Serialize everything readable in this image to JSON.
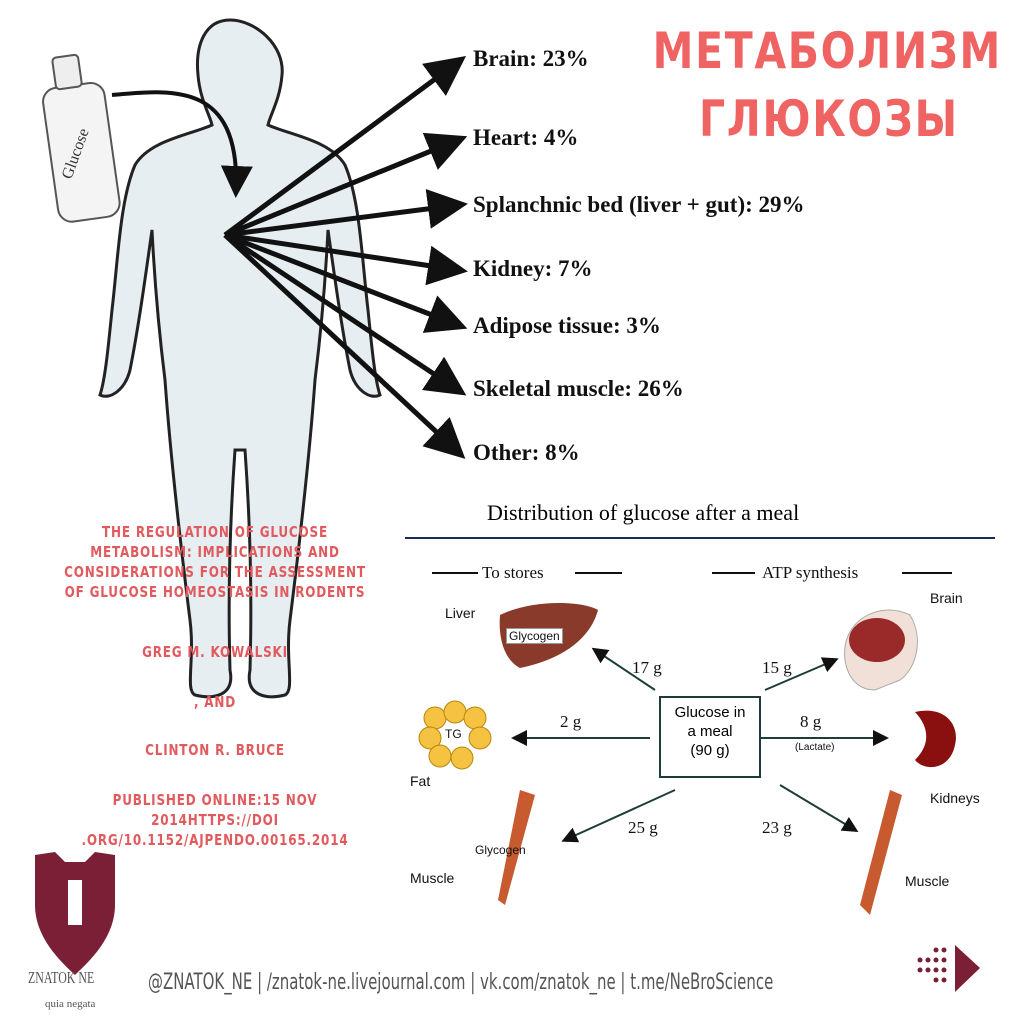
{
  "title": {
    "line1": "МЕТАБОЛИЗМ",
    "line2": "ГЛЮКОЗЫ"
  },
  "bottle_label": "Glucose",
  "organs": [
    {
      "label": "Brain: 23%"
    },
    {
      "label": "Heart: 4%"
    },
    {
      "label": "Splanchnic bed (liver + gut): 29%"
    },
    {
      "label": "Kidney: 7%"
    },
    {
      "label": "Adipose tissue: 3%"
    },
    {
      "label": "Skeletal muscle: 26%"
    },
    {
      "label": "Other: 8%"
    }
  ],
  "paper": {
    "title": "THE REGULATION OF GLUCOSE METABOLISM: IMPLICATIONS AND CONSIDERATIONS FOR THE ASSESSMENT OF GLUCOSE HOMEOSTASIS IN RODENTS",
    "author1": "GREG M. KOWALSKI",
    "and": ", AND",
    "author2": "CLINTON R. BRUCE",
    "published": "PUBLISHED ONLINE:15 NOV 2014HTTPS://DOI .ORG/10.1152/AJPENDO.00165.2014"
  },
  "diagram": {
    "title": "Distribution of glucose after a meal",
    "to_stores": "To stores",
    "atp": "ATP synthesis",
    "center": {
      "line1": "Glucose in",
      "line2": "a meal",
      "line3": "(90 g)"
    },
    "liver": "Liver",
    "glycogen": "Glycogen",
    "fat": "Fat",
    "tg": "TG",
    "muscle_left": "Muscle",
    "glycogen2": "Glycogen",
    "brain": "Brain",
    "kidneys": "Kidneys",
    "muscle_right": "Muscle",
    "lactate": "(Lactate)",
    "amounts": {
      "liver": "17 g",
      "fat": "2 g",
      "muscle_left": "25 g",
      "brain": "15 g",
      "kidneys": "8 g",
      "muscle_right": "23 g"
    }
  },
  "brand": {
    "name": "ZNATOK NE",
    "motto": "quia negata",
    "footer": "@ZNATOK_NE | /znatok-ne.livejournal.com | vk.com/znatok_ne | t.me/NeBroScience"
  },
  "colors": {
    "title": "#ef6363",
    "brand": "#7a1f35"
  }
}
